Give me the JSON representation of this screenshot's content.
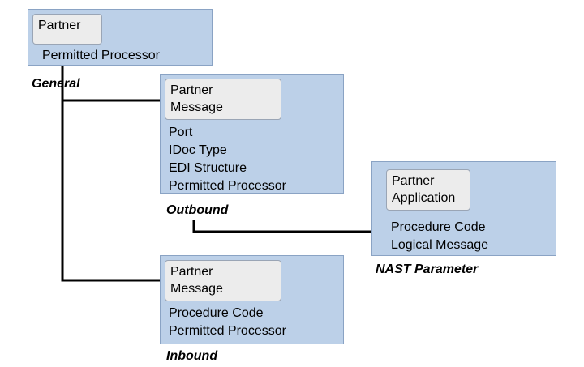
{
  "general": {
    "key": [
      "Partner"
    ],
    "fields": [
      "Permitted Processor"
    ],
    "caption": "General"
  },
  "outbound": {
    "key": [
      "Partner",
      "Message"
    ],
    "fields": [
      "Port",
      "IDoc Type",
      "EDI Structure",
      "Permitted Processor"
    ],
    "caption": "Outbound"
  },
  "nast": {
    "key": [
      "Partner",
      "Application"
    ],
    "fields": [
      "Procedure Code",
      "Logical Message"
    ],
    "caption": "NAST Parameter"
  },
  "inbound": {
    "key": [
      "Partner",
      "Message"
    ],
    "fields": [
      "Procedure Code",
      "Permitted Processor"
    ],
    "caption": "Inbound"
  },
  "colors": {
    "box_fill": "#bcd0e8",
    "key_fill": "#ececec",
    "connector": "#000000"
  }
}
